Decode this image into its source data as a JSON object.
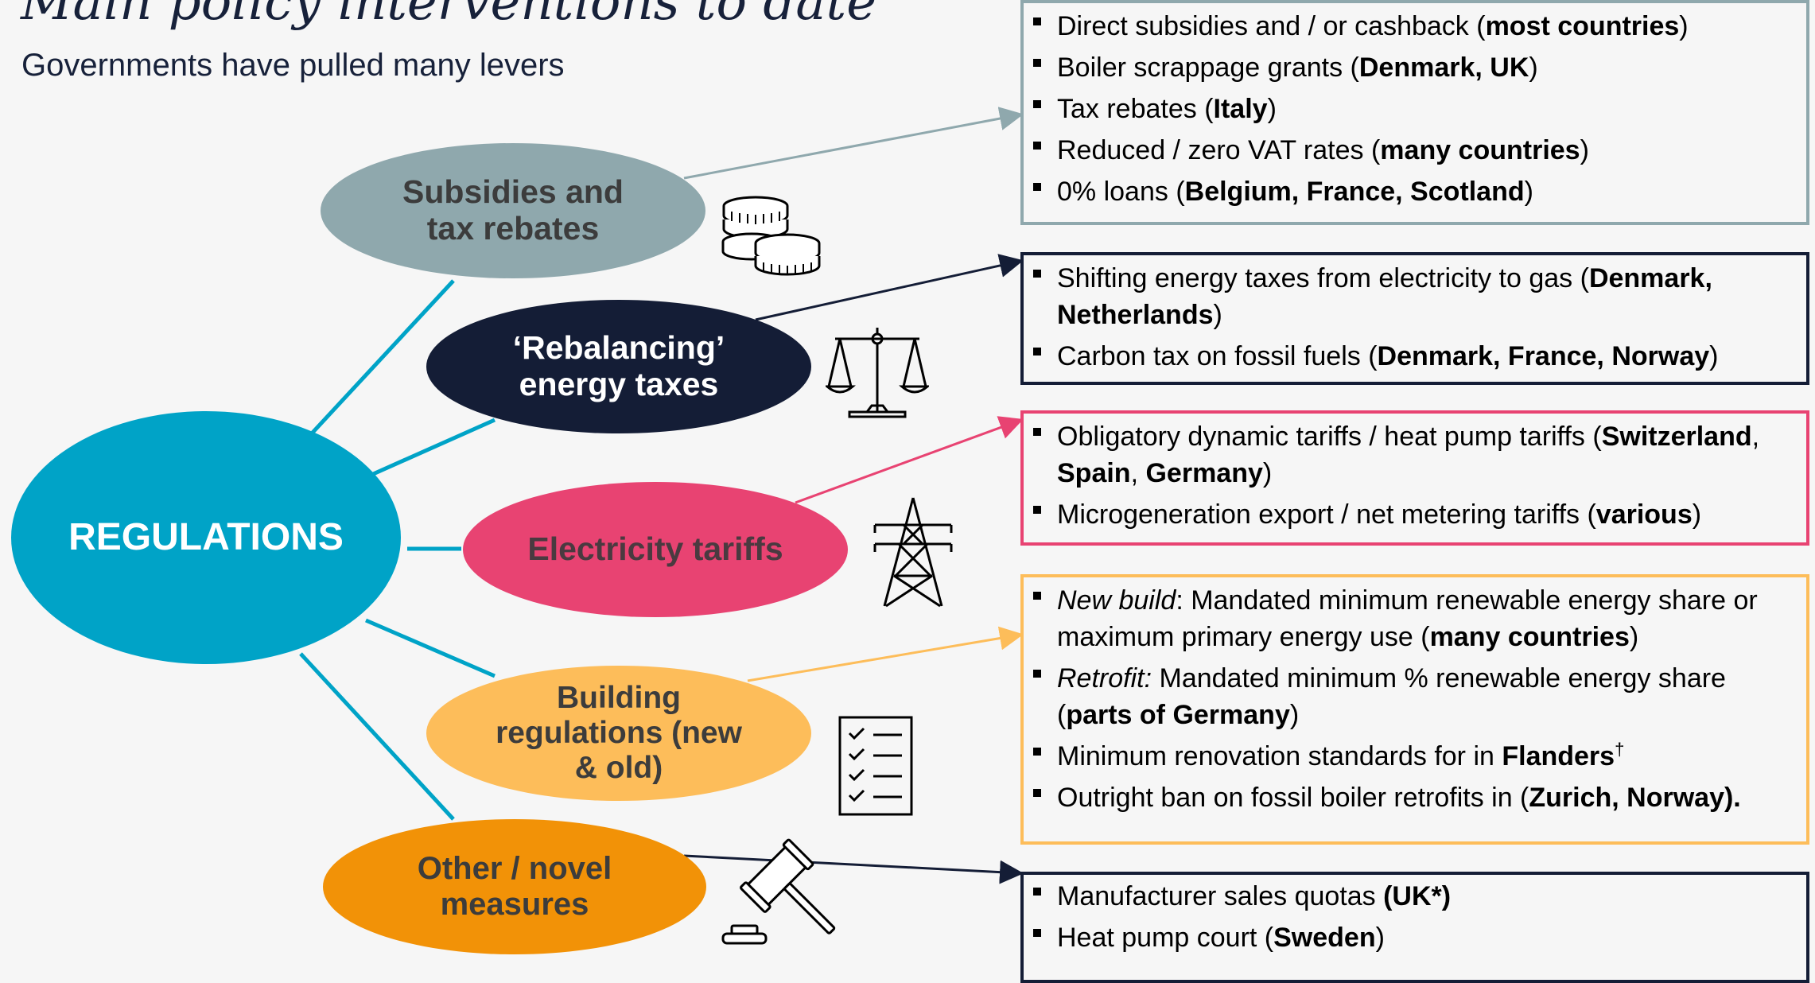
{
  "header": {
    "title": "Main policy interventions to date",
    "subtitle": "Governments have pulled many levers"
  },
  "nodes": {
    "regulations": "REGULATIONS",
    "subsidies": [
      "Subsidies and",
      "tax rebates"
    ],
    "rebalancing": [
      "‘Rebalancing’",
      "energy taxes"
    ],
    "electricity": "Electricity tariffs",
    "building": [
      "Building",
      "regulations (new",
      "& old)"
    ],
    "other": [
      "Other / novel",
      "measures"
    ]
  },
  "icons": {
    "subsidies": "coins-icon",
    "rebalancing": "scales-icon",
    "electricity": "pylon-icon",
    "building": "checklist-icon",
    "other": "gavel-icon"
  },
  "colors": {
    "regulations": "#00a3c7",
    "subsidies": "#8fa8ad",
    "rebalancing": "#141d36",
    "electricity": "#e84372",
    "building": "#fdbd5a",
    "other": "#f29207"
  },
  "boxes": {
    "subsidies": [
      {
        "pre": "Direct subsidies and / or cashback (",
        "bold": "most countries",
        "post": ")"
      },
      {
        "pre": "Boiler scrappage grants (",
        "bold": "Denmark, UK",
        "post": ")"
      },
      {
        "pre": "Tax rebates (",
        "bold": "Italy",
        "post": ")"
      },
      {
        "pre": "Reduced / zero VAT rates (",
        "bold": "many countries",
        "post": ")"
      },
      {
        "pre": "0% loans (",
        "bold": "Belgium, France, Scotland",
        "post": ")"
      }
    ],
    "rebalancing": [
      {
        "pre": "Shifting energy taxes from electricity to gas (",
        "bold": "Denmark, Netherlands",
        "post": ")"
      },
      {
        "pre": "Carbon tax on fossil fuels (",
        "bold": "Denmark, France, Norway",
        "post": ")"
      }
    ],
    "electricity": [
      {
        "pre": "Obligatory dynamic tariffs / heat pump tariffs (",
        "b1": "Switzerland",
        "m1": ", ",
        "b2": "Spain",
        "m2": ", ",
        "b3": "Germany",
        "post": ")"
      },
      {
        "pre": "Microgeneration export / net metering tariffs (",
        "bold": "various",
        "post": ")"
      }
    ],
    "building": [
      {
        "italic": "New build",
        "pre": ": Mandated minimum renewable energy share or maximum primary energy use (",
        "bold": "many countries",
        "post": ")"
      },
      {
        "italic": "Retrofit:",
        "pre": " Mandated minimum % renewable energy share (",
        "bold": "parts of Germany",
        "post": ")"
      },
      {
        "pre": "Minimum renovation standards for in ",
        "bold": "Flanders",
        "sup": "†"
      },
      {
        "pre": "Outright ban on fossil boiler retrofits in (",
        "bold": "Zurich, Norway",
        "post": ").",
        "post_bold": true
      }
    ],
    "other": [
      {
        "pre": "Manufacturer sales quotas ",
        "bold": "(UK*)"
      },
      {
        "pre": "Heat pump court (",
        "bold": "Sweden",
        "post": ")"
      }
    ]
  }
}
